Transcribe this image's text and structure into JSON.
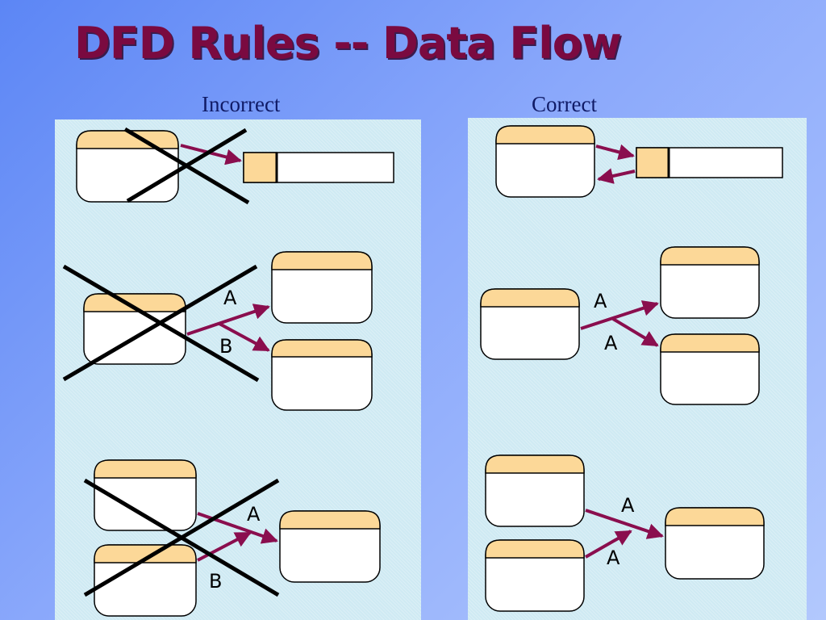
{
  "title": "DFD Rules -- Data Flow",
  "columns": {
    "incorrect": "Incorrect",
    "correct": "Correct"
  },
  "flow_labels": {
    "A": "A",
    "B": "B"
  },
  "colors": {
    "title": "#7a0a40",
    "column_label": "#101b66",
    "panel": "#cfeaf3",
    "entity_header": "#fcd898",
    "arrow": "#8a0e4e",
    "cross": "#000000"
  }
}
